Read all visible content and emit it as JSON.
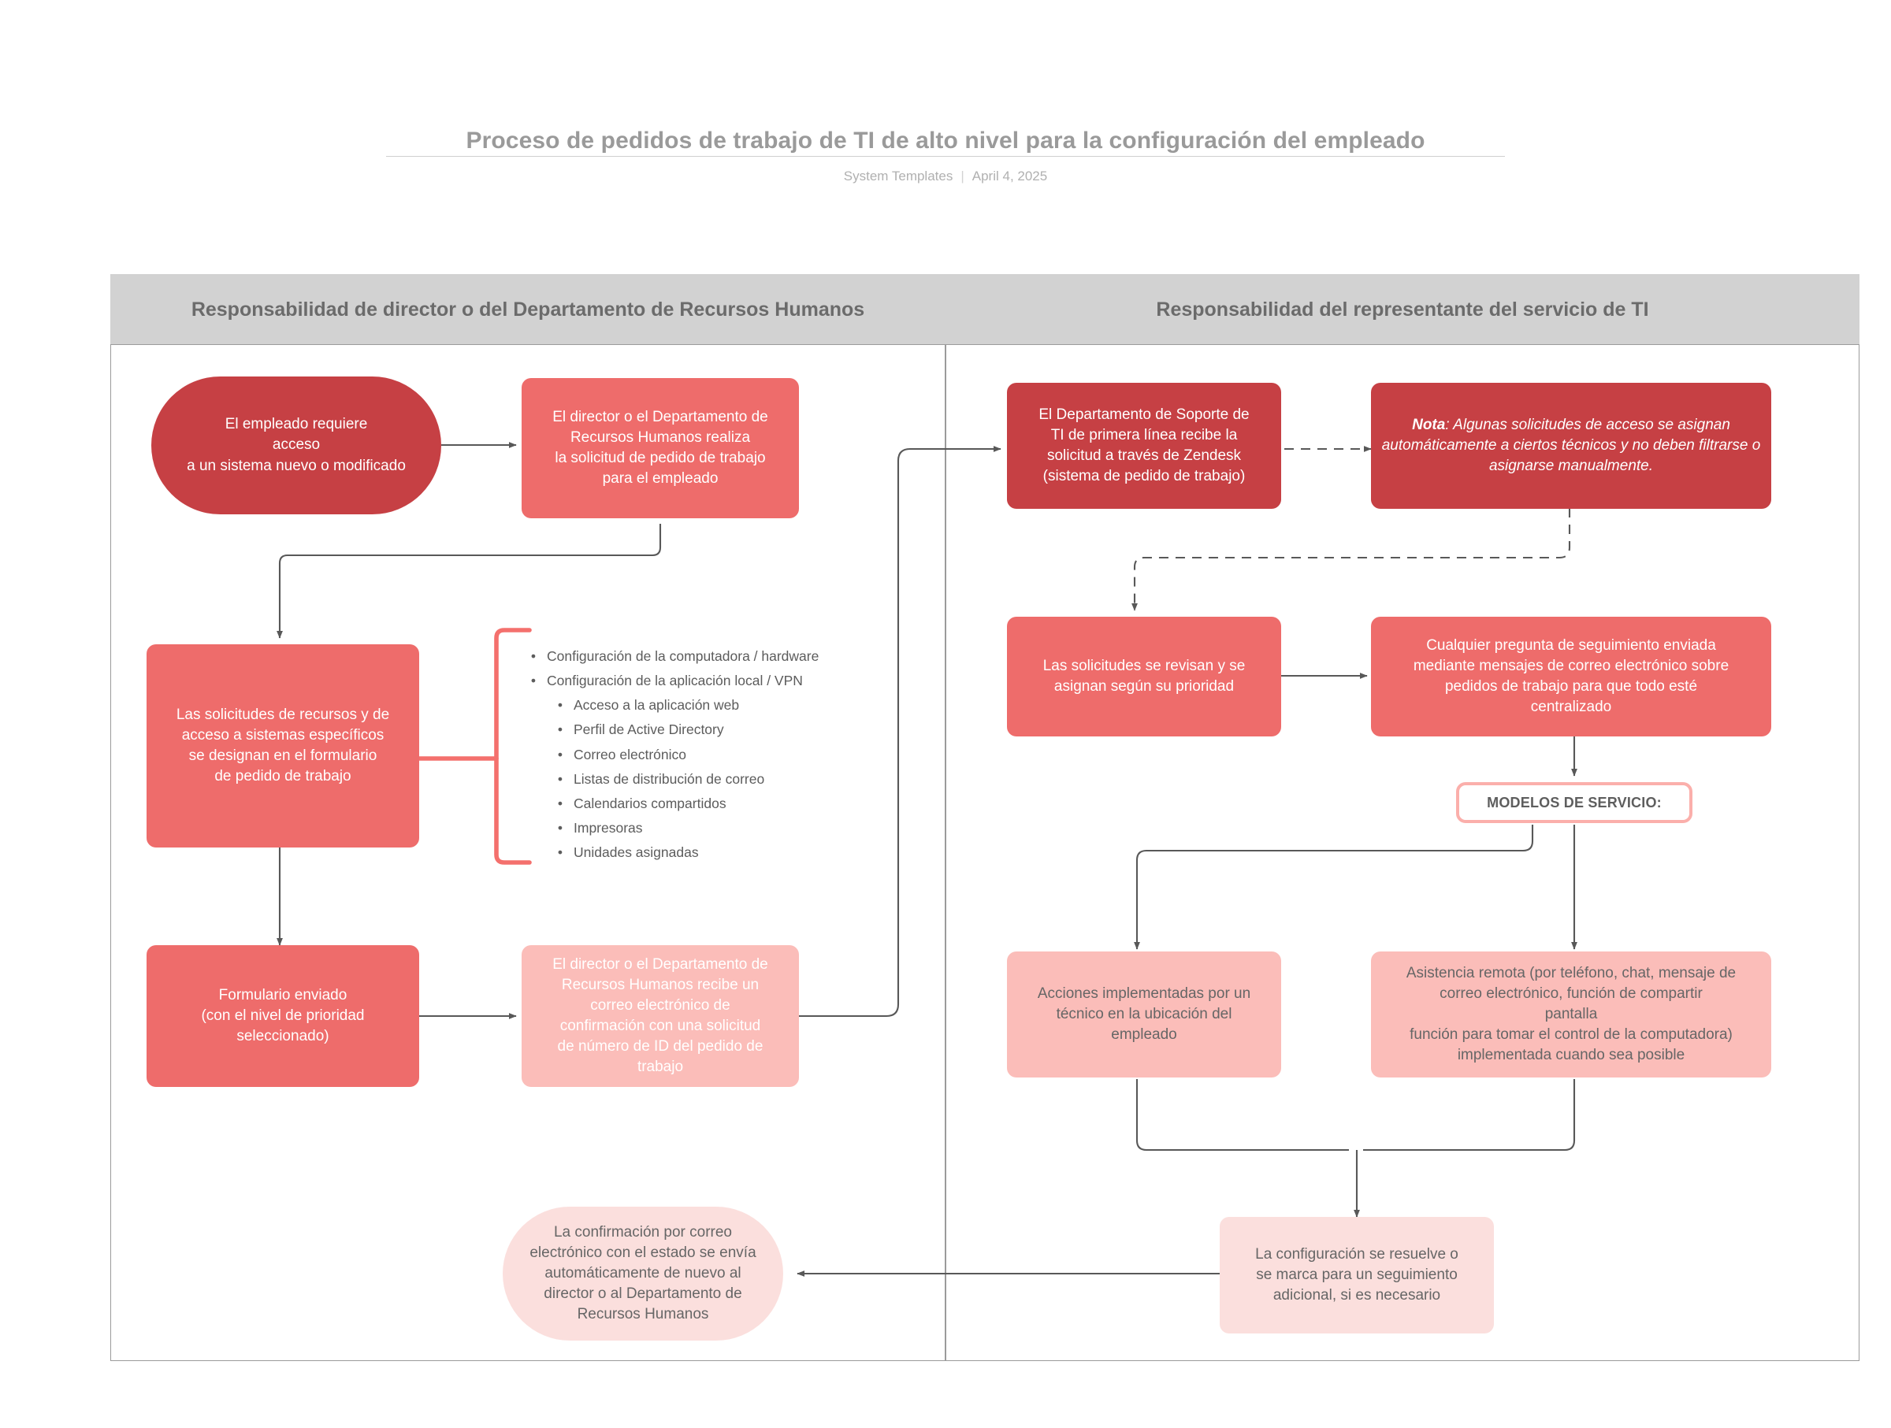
{
  "header": {
    "title": "Proceso de pedidos de trabajo de TI de alto nivel para la configuración del empleado",
    "author": "System Templates",
    "separator": "|",
    "date": "April 4, 2025"
  },
  "lanes": [
    {
      "id": "lane-hr",
      "title": "Responsabilidad de director o del Departamento de Recursos Humanos"
    },
    {
      "id": "lane-it",
      "title": "Responsabilidad del representante del servicio de TI"
    }
  ],
  "nodes": {
    "employee_requires": "El empleado requiere\nacceso\na un sistema nuevo o modificado",
    "manager_makes_request": "El director o el Departamento de\nRecursos Humanos realiza\nla solicitud de pedido de trabajo\npara el empleado",
    "resource_requests": "Las solicitudes de recursos y de\nacceso a sistemas específicos\nse designan en el formulario\nde pedido de trabajo",
    "form_submitted": "Formulario enviado\n(con el nivel de prioridad\nseleccionado)",
    "manager_receives_email": "El director o el Departamento de\nRecursos Humanos recibe un\ncorreo electrónico de\nconfirmación con una solicitud\nde número de ID del pedido de\ntrabajo",
    "status_email_back": "La confirmación por correo\nelectrónico con el estado se envía\nautomáticamente de nuevo al\ndirector o al Departamento de\nRecursos Humanos",
    "it_receives_zendesk": "El Departamento de Soporte de\nTI de primera línea recibe la\nsolicitud a través de Zendesk\n(sistema de pedido de trabajo)",
    "note_label": "Nota",
    "note_body": ": Algunas solicitudes de acceso se asignan automáticamente a ciertos técnicos y no deben filtrarse o asignarse manualmente.",
    "requests_reviewed": "Las solicitudes se revisan y se\nasignan según su prioridad",
    "followup_questions": "Cualquier pregunta de seguimiento enviada\nmediante mensajes de correo electrónico sobre\npedidos de trabajo para que todo esté\ncentralizado",
    "service_models": "MODELOS DE SERVICIO:",
    "onsite_actions": "Acciones implementadas por un\ntécnico en la ubicación del\nempleado",
    "remote_assistance": "Asistencia remota (por teléfono, chat, mensaje de\ncorreo electrónico, función de compartir\npantalla\nfunción para tomar el control de la computadora)\nimplementada cuando sea posible",
    "setup_resolved": "La configuración se resuelve o\nse marca para un seguimiento\nadicional, si es necesario"
  },
  "bullets": [
    "Configuración de la computadora / hardware",
    "Configuración de la aplicación local / VPN",
    "Acceso a la aplicación web",
    "Perfil de Active Directory",
    "Correo electrónico",
    "Listas de distribución de correo",
    "Calendarios compartidos",
    "Impresoras",
    "Unidades asignadas"
  ],
  "colors": {
    "dark_red": "#c64044",
    "mid_red": "#ee6c6b",
    "light_pink": "#fbbdb9",
    "pale_pink": "#fbdfdd",
    "bracket": "#f4706d",
    "lane_header": "#d2d2d2",
    "lane_border": "#9b9b9b",
    "connector": "#585858",
    "title_gray": "#9a9a9a"
  }
}
